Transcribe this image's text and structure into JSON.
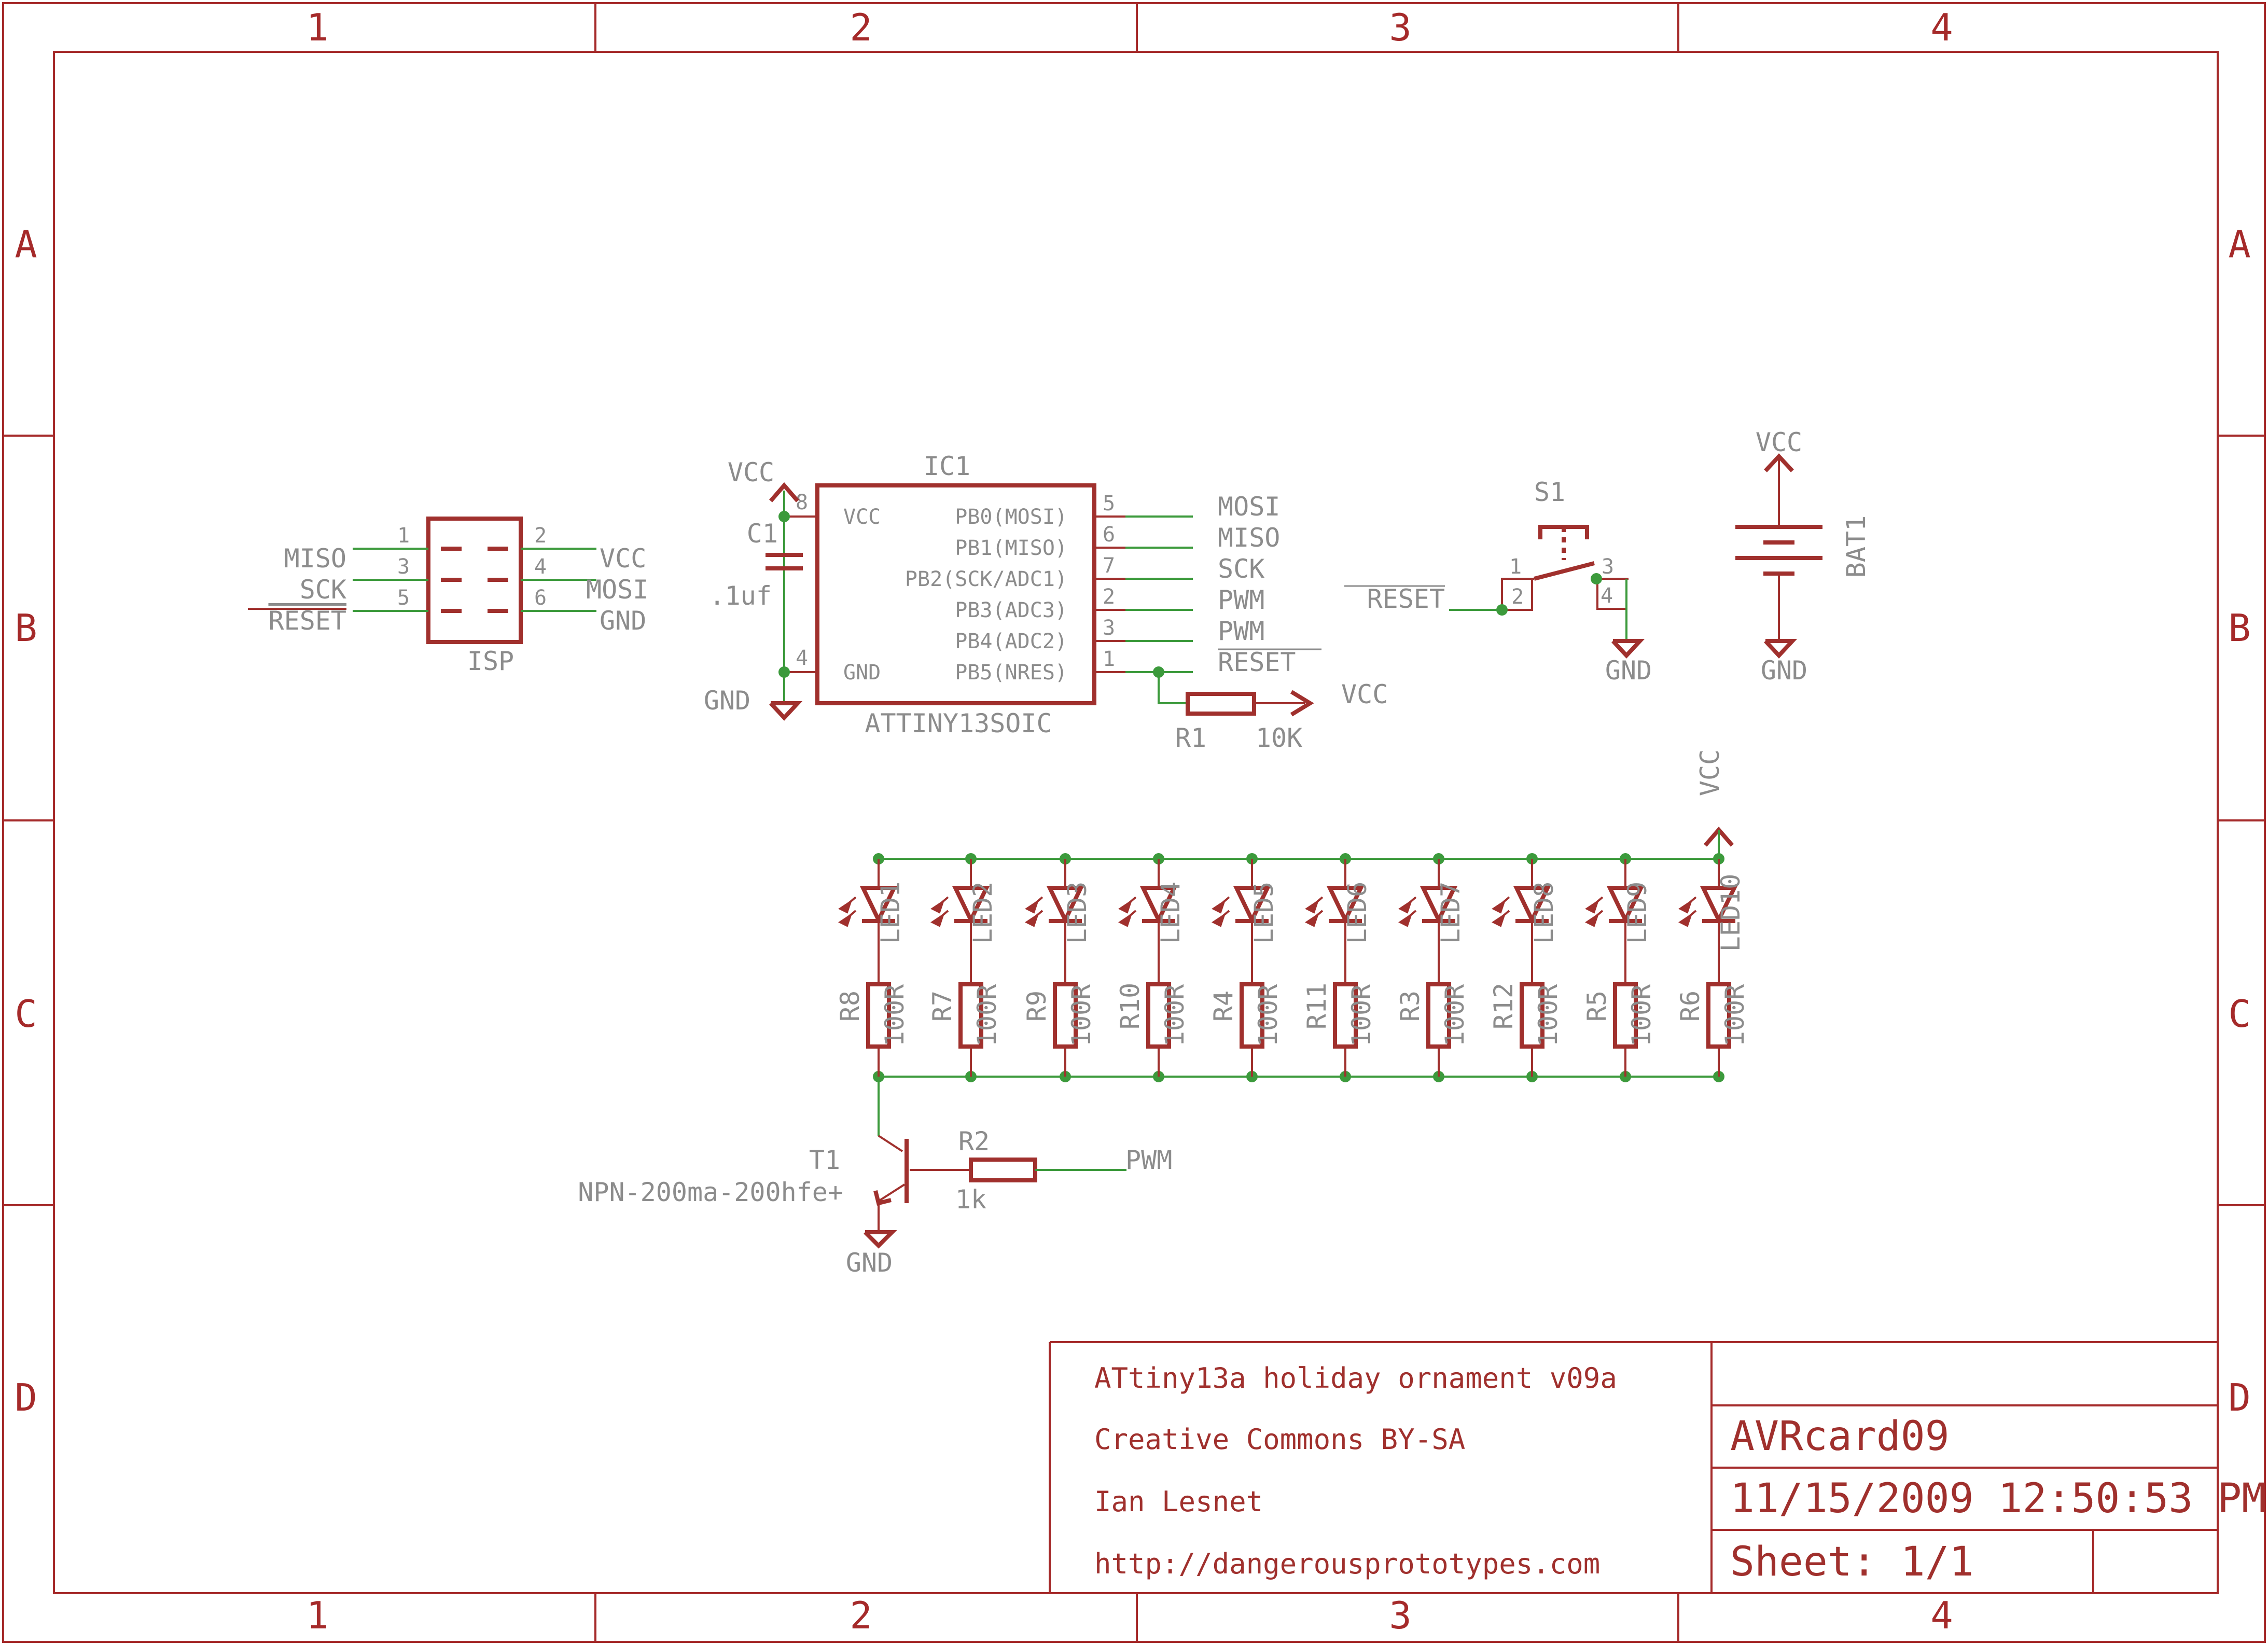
{
  "frame": {
    "columns": [
      "1",
      "2",
      "3",
      "4"
    ],
    "rows": [
      "A",
      "B",
      "C",
      "D"
    ]
  },
  "title_block": {
    "project": "ATtiny13a holiday ornament v09a",
    "license": "Creative Commons BY-SA",
    "author": "Ian Lesnet",
    "url": "http://dangerousprototypes.com",
    "board_name": "AVRcard09",
    "datetime": "11/15/2009 12:50:53 PM",
    "sheet": "Sheet: 1/1"
  },
  "isp": {
    "name": "ISP",
    "pins": [
      {
        "num": "1",
        "signal": "MISO"
      },
      {
        "num": "2",
        "signal": "VCC"
      },
      {
        "num": "3",
        "signal": "SCK"
      },
      {
        "num": "4",
        "signal": "MOSI"
      },
      {
        "num": "5",
        "signal": "RESET"
      },
      {
        "num": "6",
        "signal": "GND"
      }
    ],
    "left_labels": [
      "MISO",
      "SCK",
      "RESET"
    ],
    "right_labels": [
      "VCC",
      "MOSI",
      "GND"
    ],
    "left_nums": [
      "1",
      "3",
      "5"
    ],
    "right_nums": [
      "2",
      "4",
      "6"
    ]
  },
  "ic1": {
    "name": "IC1",
    "value": "ATTINY13SOIC",
    "left_pins": [
      {
        "num": "8",
        "label": "VCC"
      },
      {
        "num": "4",
        "label": "GND"
      }
    ],
    "right_pins": [
      {
        "num": "5",
        "label": "PB0(MOSI)",
        "net": "MOSI"
      },
      {
        "num": "6",
        "label": "PB1(MISO)",
        "net": "MISO"
      },
      {
        "num": "7",
        "label": "PB2(SCK/ADC1)",
        "net": "SCK"
      },
      {
        "num": "2",
        "label": "PB3(ADC3)",
        "net": "PWM"
      },
      {
        "num": "3",
        "label": "PB4(ADC2)",
        "net": "PWM"
      },
      {
        "num": "1",
        "label": "PB5(NRES)",
        "net": "RESET"
      }
    ]
  },
  "c1": {
    "name": "C1",
    "value": ".1uf"
  },
  "power": {
    "vcc": "VCC",
    "gnd": "GND"
  },
  "r1": {
    "name": "R1",
    "value": "10K"
  },
  "s1": {
    "name": "S1",
    "net": "RESET",
    "pins": [
      "1",
      "2",
      "3",
      "4"
    ]
  },
  "bat1": {
    "name": "BAT1"
  },
  "leds": [
    "LED1",
    "LED2",
    "LED3",
    "LED4",
    "LED5",
    "LED6",
    "LED7",
    "LED8",
    "LED9",
    "LED10"
  ],
  "led_resistors": [
    {
      "name": "R8",
      "value": "100R"
    },
    {
      "name": "R7",
      "value": "100R"
    },
    {
      "name": "R9",
      "value": "100R"
    },
    {
      "name": "R10",
      "value": "100R"
    },
    {
      "name": "R4",
      "value": "100R"
    },
    {
      "name": "R11",
      "value": "100R"
    },
    {
      "name": "R3",
      "value": "100R"
    },
    {
      "name": "R12",
      "value": "100R"
    },
    {
      "name": "R5",
      "value": "100R"
    },
    {
      "name": "R6",
      "value": "100R"
    }
  ],
  "t1": {
    "name": "T1",
    "value": "NPN-200ma-200hfe+"
  },
  "r2": {
    "name": "R2",
    "value": "1k",
    "net": "PWM"
  }
}
